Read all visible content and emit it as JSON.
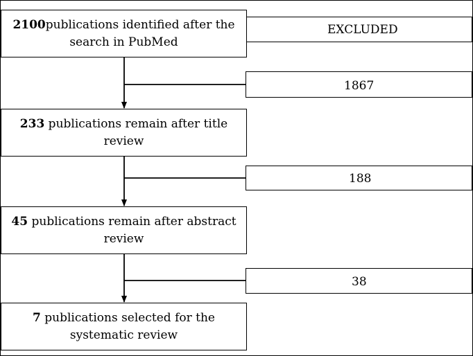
{
  "flow": {
    "steps": [
      {
        "count": "2100",
        "text": "publications identified after the search in PubMed"
      },
      {
        "count": "233",
        "text": " publications remain after title review"
      },
      {
        "count": "45",
        "text": " publications remain after abstract review"
      },
      {
        "count": "7",
        "text": " publications selected for the systematic review"
      }
    ],
    "excluded_header": "EXCLUDED",
    "excluded": [
      "1867",
      "188",
      "38"
    ]
  }
}
